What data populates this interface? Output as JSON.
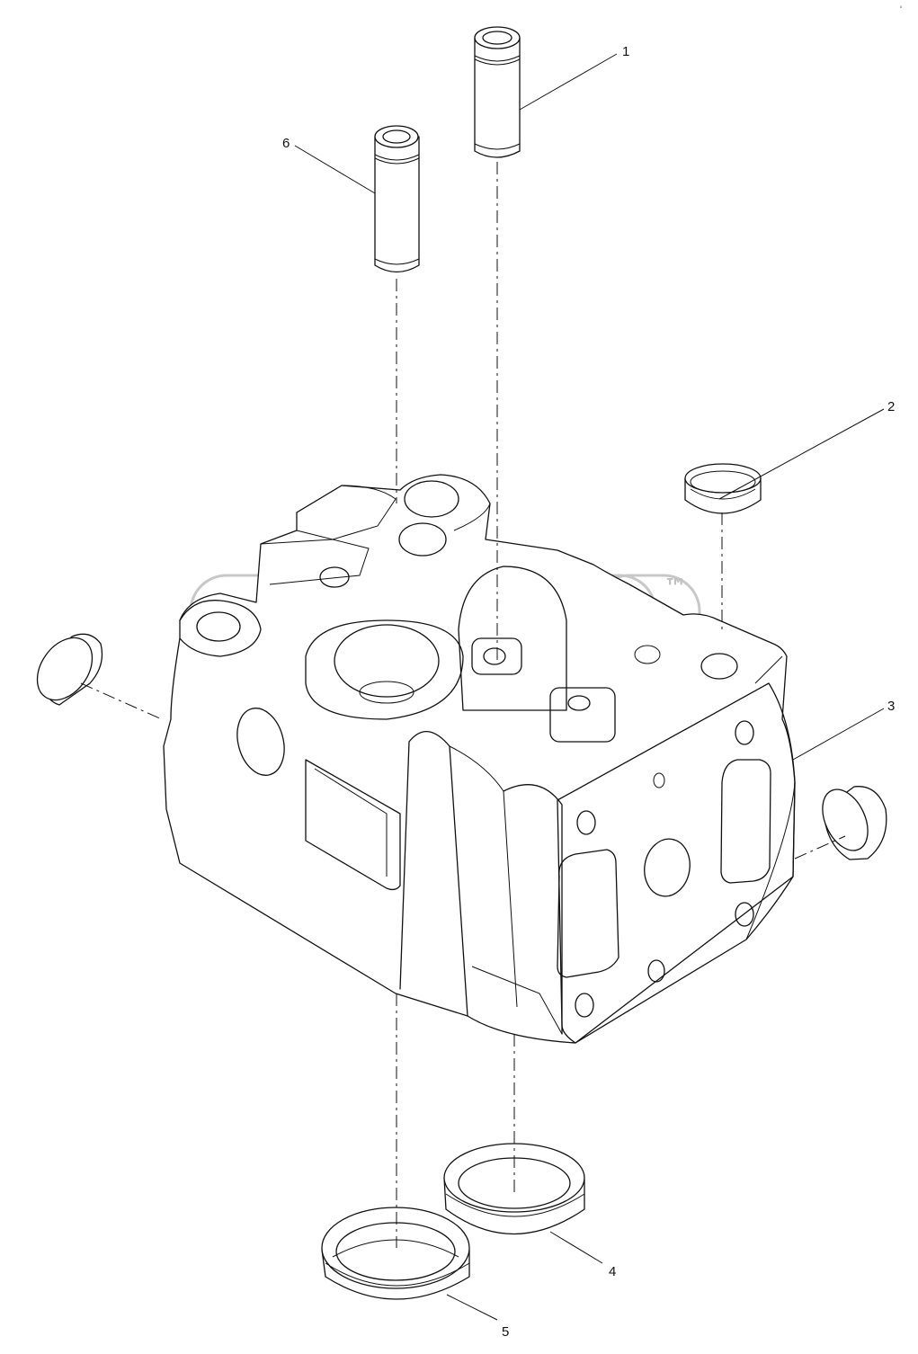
{
  "diagram": {
    "callouts": [
      {
        "id": "1",
        "label": "1",
        "part": "valve-guide-right"
      },
      {
        "id": "2",
        "label": "2",
        "part": "plug-top-right"
      },
      {
        "id": "3",
        "label": "3",
        "part": "cylinder-head"
      },
      {
        "id": "4",
        "label": "4",
        "part": "valve-seat-ring-right"
      },
      {
        "id": "5",
        "label": "5",
        "part": "valve-seat-ring-left"
      },
      {
        "id": "6",
        "label": "6",
        "part": "valve-guide-left"
      }
    ],
    "watermark_trademark": "™",
    "corner_mark": "°"
  },
  "colors": {
    "line": "#111111",
    "watermark": "#c8c8c8",
    "background": "#ffffff"
  }
}
